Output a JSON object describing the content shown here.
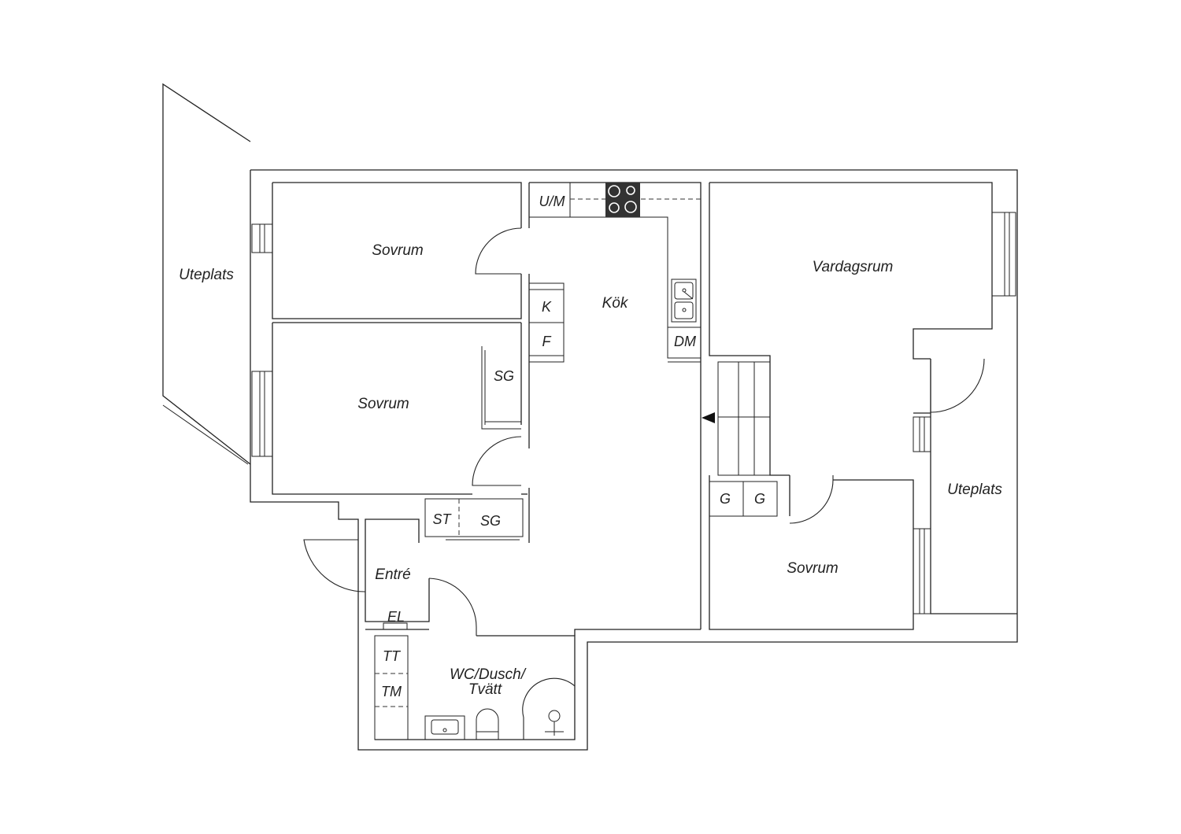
{
  "rooms": {
    "sovrum_1": "Sovrum",
    "sovrum_2": "Sovrum",
    "sovrum_3": "Sovrum",
    "kok": "Kök",
    "vardagsrum": "Vardagsrum",
    "entre": "Entré",
    "uteplats_left": "Uteplats",
    "uteplats_right": "Uteplats",
    "wc_line1": "WC/Dusch/",
    "wc_line2": "Tvätt"
  },
  "fixtures": {
    "um": "U/M",
    "k": "K",
    "f": "F",
    "dm": "DM",
    "sg_bedroom": "SG",
    "st": "ST",
    "sg_hall": "SG",
    "g1": "G",
    "g2": "G",
    "el": "EL",
    "tt": "TT",
    "tm": "TM"
  },
  "colors": {
    "wall": "#222222",
    "background": "#ffffff",
    "stove": "#333333"
  }
}
